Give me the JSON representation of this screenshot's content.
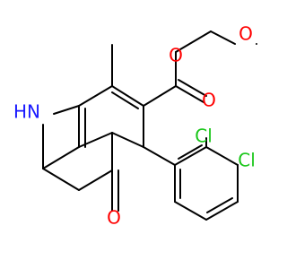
{
  "molecule": {
    "atoms": {
      "nh": "HN",
      "ester_o": "O",
      "carbonyl_o": "O",
      "methoxy_o": "O",
      "ketone_o": "O",
      "cl_top": "Cl",
      "cl_right": "Cl"
    },
    "colors": {
      "bond": "#000000",
      "nitrogen": "#1a1aff",
      "oxygen": "#ff0000",
      "chlorine": "#19c619"
    }
  }
}
